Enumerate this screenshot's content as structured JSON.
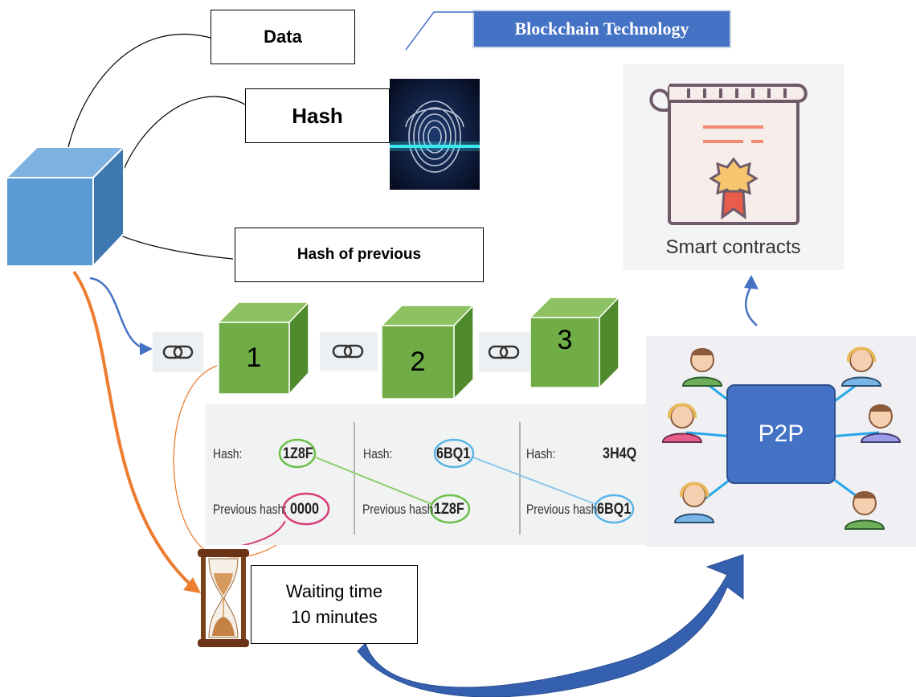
{
  "title": "Blockchain Technology",
  "labels": {
    "data": "Data",
    "hash": "Hash",
    "hash_of_previous": "Hash of previous"
  },
  "blocks": [
    "1",
    "2",
    "3"
  ],
  "hash_table": [
    {
      "hash_label": "Hash:",
      "hash": "1Z8F",
      "prev_label": "Previous hash:",
      "prev": "0000"
    },
    {
      "hash_label": "Hash:",
      "hash": "6BQ1",
      "prev_label": "Previous hash:",
      "prev": "1Z8F"
    },
    {
      "hash_label": "Hash:",
      "hash": "3H4Q",
      "prev_label": "Previous hash:",
      "prev": "6BQ1"
    }
  ],
  "waiting": {
    "line1": "Waiting time",
    "line2": "10 minutes"
  },
  "p2p": "P2P",
  "smart_contracts": "Smart contracts",
  "colors": {
    "title_bg": "#4472c4",
    "block_green": "#70ad47",
    "cube_blue": "#5b9bd5",
    "p2p_blue": "#4472c4",
    "arrow_orange": "#ed7d31",
    "arrow_blue": "#4472c4"
  },
  "icons": [
    "fingerprint-icon",
    "chain-link-icon",
    "hourglass-icon",
    "person-icon",
    "certificate-icon"
  ]
}
